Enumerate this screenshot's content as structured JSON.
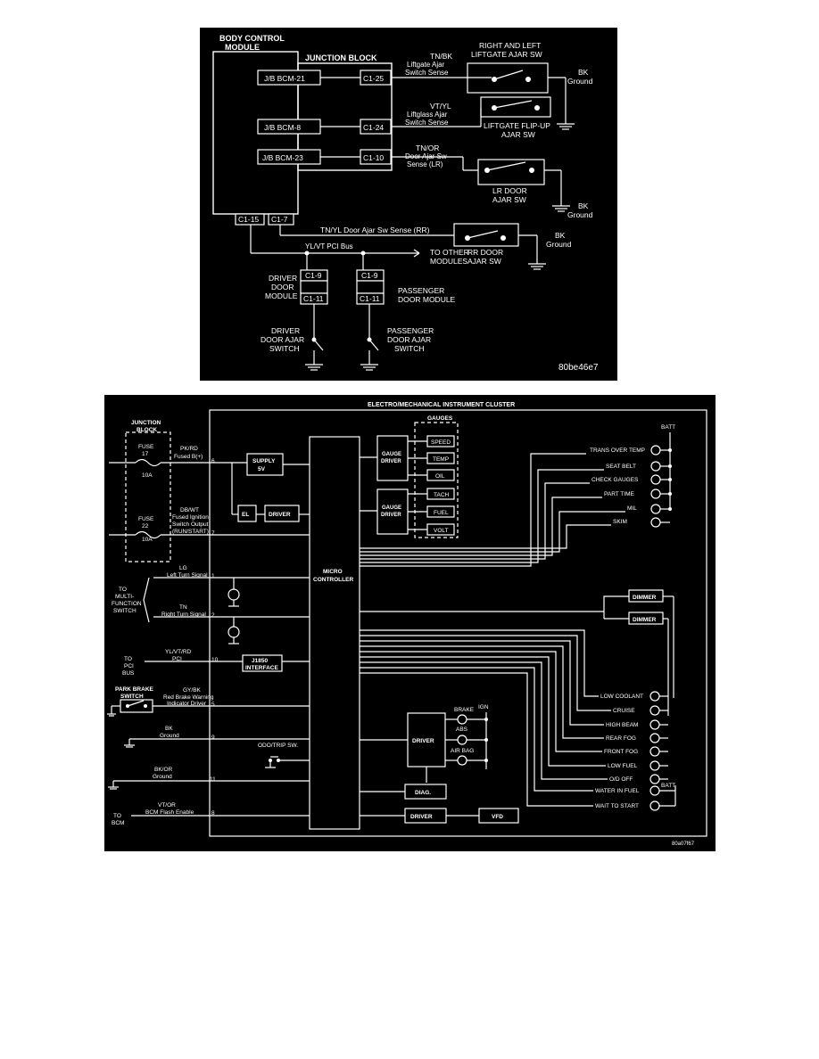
{
  "top": {
    "bcm_title_1": "BODY CONTROL",
    "bcm_title_2": "MODULE",
    "junction_block": "JUNCTION BLOCK",
    "jb1": "J/B BCM-21",
    "jb2": "J/B BCM-8",
    "jb3": "J/B BCM-23",
    "c1_25": "C1-25",
    "c1_24": "C1-24",
    "c1_10": "C1-10",
    "c1_15": "C1-15",
    "c1_7": "C1-7",
    "w1_color": "TN/BK",
    "w1_a": "Liftgate Ajar",
    "w1_b": "Switch Sense",
    "sw1_a": "RIGHT AND LEFT",
    "sw1_b": "LIFTGATE AJAR SW",
    "gnd1_a": "BK",
    "gnd1_b": "Ground",
    "w2_color": "VT/YL",
    "w2_a": "Liftglass Ajar",
    "w2_b": "Switch Sense",
    "sw2_a": "LIFTGATE FLIP-UP",
    "sw2_b": "AJAR SW",
    "w3_color": "TN/OR",
    "w3_a": "Door Ajar Sw",
    "w3_b": "Sense (LR)",
    "sw3_a": "LR DOOR",
    "sw3_b": "AJAR SW",
    "gnd3_a": "BK",
    "gnd3_b": "Ground",
    "w4": "TN/YL   Door Ajar Sw Sense (RR)",
    "sw4_a": "RR DOOR",
    "sw4_b": "AJAR SW",
    "gnd4_a": "BK",
    "gnd4_b": "Ground",
    "pci": "YL/VT PCI Bus",
    "other_a": "TO OTHER",
    "other_b": "MODULES",
    "c1_9": "C1-9",
    "c1_11": "C1-11",
    "drv_mod_a": "DRIVER",
    "drv_mod_b": "DOOR",
    "drv_mod_c": "MODULE",
    "pass_mod_a": "PASSENGER",
    "pass_mod_b": "DOOR MODULE",
    "drv_sw_a": "DRIVER",
    "drv_sw_b": "DOOR AJAR",
    "drv_sw_c": "SWITCH",
    "pass_sw_a": "PASSENGER",
    "pass_sw_b": "DOOR AJAR",
    "pass_sw_c": "SWITCH",
    "code": "80be46e7"
  },
  "bottom": {
    "title": "ELECTRO/MECHANICAL INSTRUMENT CLUSTER",
    "jb_a": "JUNCTION",
    "jb_b": "BLOCK",
    "fuse17": "FUSE",
    "fuse17_n": "17",
    "fuse17_a": "10A",
    "fuse22": "FUSE",
    "fuse22_n": "22",
    "fuse22_a": "10A",
    "w_pkrd": "PK/RD",
    "w_pkrd_d": "Fused B(+)",
    "w_dbwt": "DB/WT",
    "w_dbwt_1": "Fused Ignition",
    "w_dbwt_2": "Switch Output",
    "w_dbwt_3": "(RUN/START)",
    "supply_a": "SUPPLY",
    "supply_b": "5V",
    "el": "EL",
    "driver": "DRIVER",
    "micro_a": "MICRO",
    "micro_b": "CONTROLLER",
    "gauges": "GAUGES",
    "gauge_driver_a": "GAUGE",
    "gauge_driver_b": "DRIVER",
    "g_speed": "SPEED",
    "g_temp": "TEMP",
    "g_oil": "OIL",
    "g_tach": "TACH",
    "g_fuel": "FUEL",
    "g_volt": "VOLT",
    "batt": "BATT",
    "ind_trans": "TRANS OVER TEMP",
    "ind_seat": "SEAT BELT",
    "ind_check": "CHECK GAUGES",
    "ind_part": "PART TIME",
    "ind_mil": "MIL",
    "ind_skim": "SKIM",
    "dimmer": "DIMMER",
    "ind_lowcool": "LOW COOLANT",
    "ind_cruise": "CRUISE",
    "ind_high": "HIGH BEAM",
    "ind_rearfog": "REAR FOG",
    "ind_frontfog": "FRONT FOG",
    "ind_lowfuel": "LOW FUEL",
    "ind_odoff": "O/D OFF",
    "ind_water": "WATER IN FUEL",
    "ind_wait": "WAIT TO START",
    "to_mf_1": "TO",
    "to_mf_2": "MULTI-",
    "to_mf_3": "FUNCTION",
    "to_mf_4": "SWITCH",
    "w_lg": "LG",
    "w_lg_d": "Left Turn Signal",
    "w_tn": "TN",
    "w_tn_d": "Right Turn Signal",
    "to_pci_1": "TO",
    "to_pci_2": "PCI",
    "to_pci_3": "BUS",
    "w_ylwt": "YL/VT/RD",
    "w_ylwt_d": "PCI",
    "j1850_a": "J1850",
    "j1850_b": "INTERFACE",
    "pbrake_a": "PARK BRAKE",
    "pbrake_b": "SWITCH",
    "w_gybk": "GY/BK",
    "w_gybk_1": "Red Brake Warning",
    "w_gybk_2": "Indicator Driver",
    "w_bk": "BK",
    "w_bk_d": "Ground",
    "w_bkor": "BK/OR",
    "w_bkor_d": "Ground",
    "w_vtor": "VT/OR",
    "w_vtor_d": "BCM Flash Enable",
    "to_bcm_1": "TO",
    "to_bcm_2": "BCM",
    "odo": "ODO/TRIP SW.",
    "ign": "IGN",
    "brake": "BRAKE",
    "abs": "ABS",
    "airbag": "AIR BAG",
    "diag": "DIAG.",
    "vfd": "VFD",
    "pin6": "6",
    "pin7": "7",
    "pin1": "1",
    "pin2": "2",
    "pin10": "10",
    "pin5": "5",
    "pin9": "9",
    "pin11": "11",
    "pin8": "8",
    "code": "80a07f67"
  }
}
